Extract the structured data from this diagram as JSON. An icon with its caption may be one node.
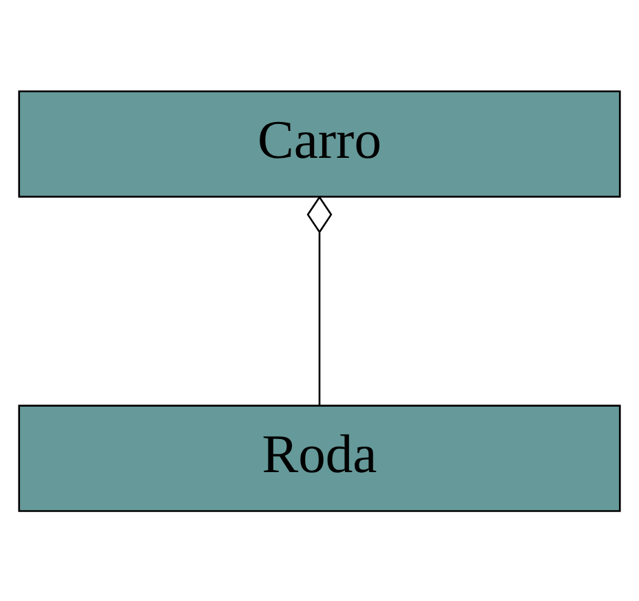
{
  "diagram": {
    "nodes": [
      {
        "text": [
          "Carro"
        ]
      },
      {
        "text": [
          "Roda"
        ]
      }
    ],
    "edges": [
      {
        "from": 0,
        "to": 1,
        "arrow": "other"
      }
    ]
  }
}
